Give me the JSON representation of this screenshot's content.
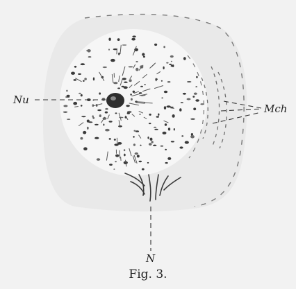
{
  "figure": {
    "caption": "Fig. 3.",
    "labels": {
      "nucleus": "Nu",
      "mch": "Mch",
      "n": "N"
    }
  },
  "colors": {
    "background": "#f2f2f2",
    "ink": "#2a2a2a",
    "outline": "#6a6a6a",
    "halo": "#e4e4e4"
  }
}
